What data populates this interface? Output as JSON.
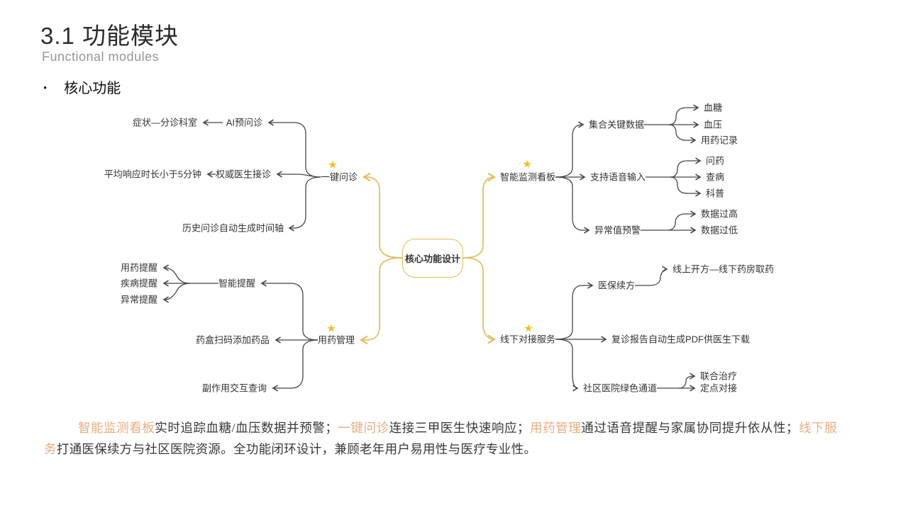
{
  "colors": {
    "gold_line": "#E3BF5F",
    "star": "#F9BB1D",
    "dark_line": "#454545",
    "text": "#333333",
    "highlight": "#E9AC7F"
  },
  "icons": {
    "star": "★",
    "bullet": "•"
  },
  "header": {
    "title": "3.1 功能模块",
    "subtitle": "Functional modules",
    "bullet_item": "核心功能"
  },
  "mindmap": {
    "center": "核心功能设计",
    "branches": [
      {
        "label": "一键问诊",
        "children": [
          {
            "label": "AI预问诊",
            "children": [
              {
                "label": "症状—分诊科室"
              }
            ]
          },
          {
            "label": "权威医生接诊",
            "children": [
              {
                "label": "平均响应时长小于5分钟"
              }
            ]
          },
          {
            "label": "历史问诊自动生成时间轴",
            "children": []
          }
        ]
      },
      {
        "label": "用药管理",
        "children": [
          {
            "label": "智能提醒",
            "children": [
              {
                "label": "用药提醒"
              },
              {
                "label": "疾病提醒"
              },
              {
                "label": "异常提醒"
              }
            ]
          },
          {
            "label": "药盒扫码添加药品",
            "children": []
          },
          {
            "label": "副作用交互查询",
            "children": []
          }
        ]
      },
      {
        "label": "智能监测看板",
        "children": [
          {
            "label": "集合关键数据",
            "children": [
              {
                "label": "血糖"
              },
              {
                "label": "血压"
              },
              {
                "label": "用药记录"
              }
            ]
          },
          {
            "label": "支持语音输入",
            "children": [
              {
                "label": "问药"
              },
              {
                "label": "查病"
              },
              {
                "label": "科普"
              }
            ]
          },
          {
            "label": "异常值预警",
            "children": [
              {
                "label": "数据过高"
              },
              {
                "label": "数据过低"
              }
            ]
          }
        ]
      },
      {
        "label": "线下对接服务",
        "children": [
          {
            "label": "医保续方",
            "children": [
              {
                "label": "线上开方—线下药房取药"
              }
            ]
          },
          {
            "label": "复诊报告自动生成PDF供医生下载",
            "children": []
          },
          {
            "label": "社区医院绿色通道",
            "children": [
              {
                "label": "联合治疗"
              },
              {
                "label": "定点对接"
              }
            ]
          }
        ]
      }
    ]
  },
  "footer": {
    "segments": [
      {
        "text": "智能监测看板",
        "highlight": true
      },
      {
        "text": "实时追踪血糖/血压数据并预警；",
        "highlight": false
      },
      {
        "text": "一键问诊",
        "highlight": true
      },
      {
        "text": "连接三甲医生快速响应；",
        "highlight": false
      },
      {
        "text": "用药管理",
        "highlight": true
      },
      {
        "text": "通过语音提醒与家属协同提升依从性；",
        "highlight": false
      },
      {
        "text": "线下服务",
        "highlight": true
      },
      {
        "text": "打通医保续方与社区医院资源。全功能闭环设计，兼顾老年用户易用性与医疗专业性。",
        "highlight": false
      }
    ]
  }
}
